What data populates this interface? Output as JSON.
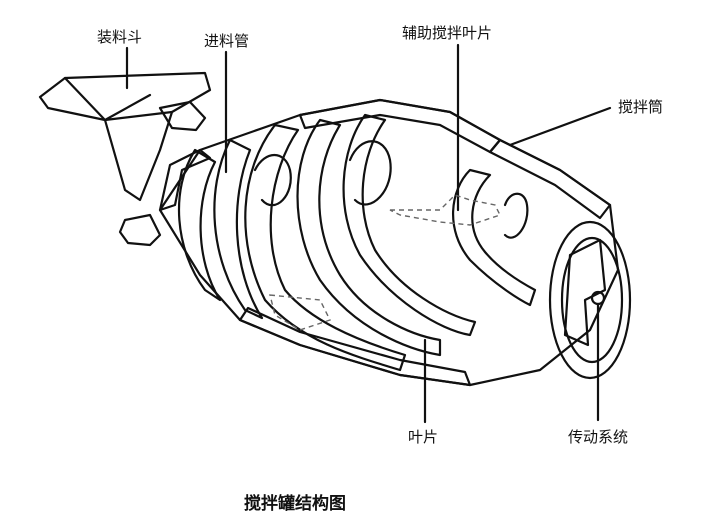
{
  "labels": {
    "hopper": "装料斗",
    "feed_pipe": "进料管",
    "aux_blade": "辅助搅拌叶片",
    "drum": "搅拌筒",
    "blade": "叶片",
    "drive": "传动系统"
  },
  "caption": "搅拌罐结构图"
}
